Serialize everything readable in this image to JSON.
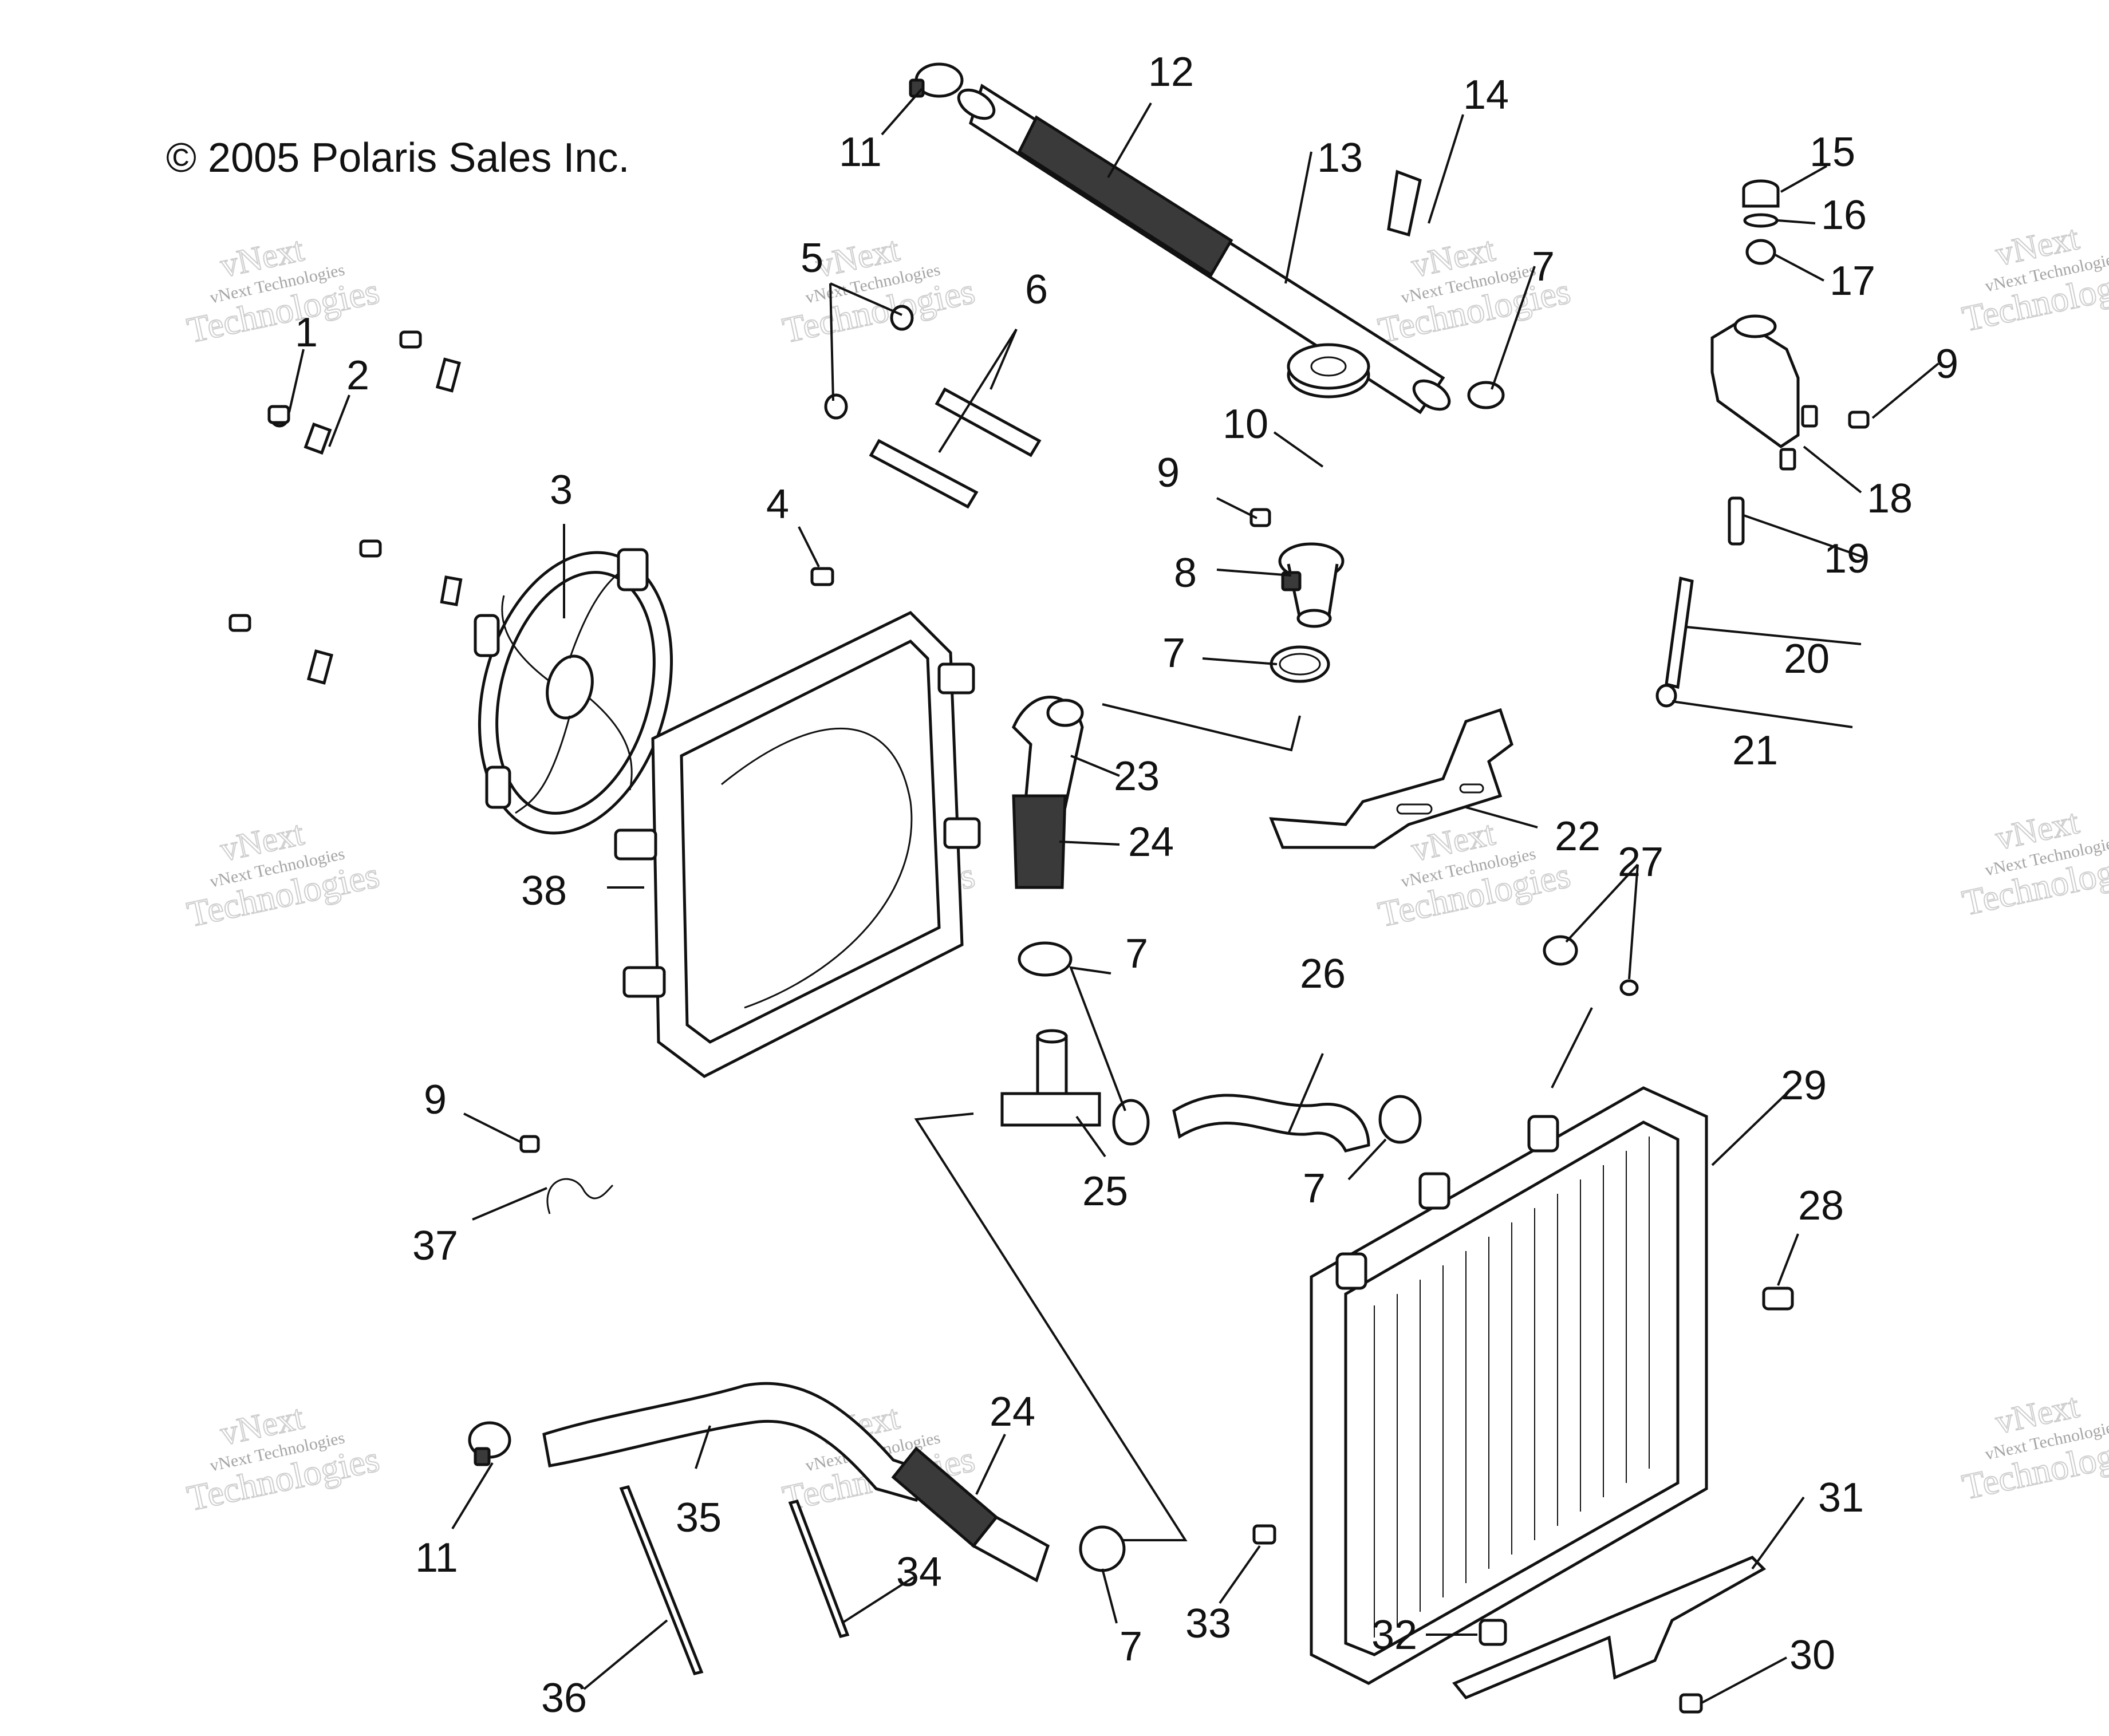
{
  "diagram": {
    "copyright": "© 2005 Polaris Sales Inc.",
    "watermark": {
      "brand": "vNext",
      "line1": "vNext Technologies",
      "line2": "Technologies"
    },
    "callouts": [
      "1",
      "2",
      "3",
      "4",
      "5",
      "6",
      "7",
      "8",
      "9",
      "10",
      "11",
      "12",
      "13",
      "14",
      "15",
      "16",
      "17",
      "18",
      "19",
      "20",
      "21",
      "22",
      "23",
      "24",
      "25",
      "26",
      "27",
      "28",
      "29",
      "30",
      "31",
      "32",
      "33",
      "34",
      "35",
      "36",
      "37",
      "38"
    ]
  }
}
